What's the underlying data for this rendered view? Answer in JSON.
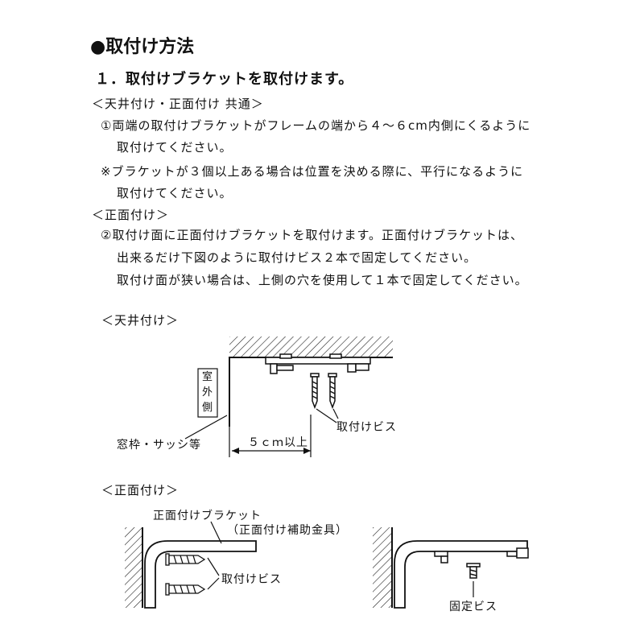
{
  "heading": "●取付け方法",
  "step1": "１．取付けブラケットを取付けます。",
  "block_common": {
    "title": "＜天井付け・正面付け 共通＞",
    "line1": "①両端の取付けブラケットがフレームの端から４～６cm内側にくるように",
    "line2": "取付けてください。",
    "note1": "※ブラケットが３個以上ある場合は位置を決める際に、平行になるように",
    "note2": "取付けてください。"
  },
  "block_front": {
    "title": "＜正面付け＞",
    "line1": "②取付け面に正面付けブラケットを取付けます。正面付けブラケットは、",
    "line2": "出来るだけ下図のように取付けビス２本で固定してください。",
    "line3": "取付け面が狭い場合は、上側の穴を使用して１本で固定してください。"
  },
  "diagram_ceiling": {
    "title": "＜天井付け＞",
    "outdoor_label": "室外側",
    "screw_label": "取付けビス",
    "frame_label": "窓枠・サッシ等",
    "distance_label": "５ｃｍ以上"
  },
  "diagram_front": {
    "title": "＜正面付け＞",
    "bracket_label": "正面付けブラケット",
    "bracket_sub_label": "（正面付け補助金具）",
    "screw_label": "取付けビス",
    "fixed_screw_label": "固定ビス"
  }
}
